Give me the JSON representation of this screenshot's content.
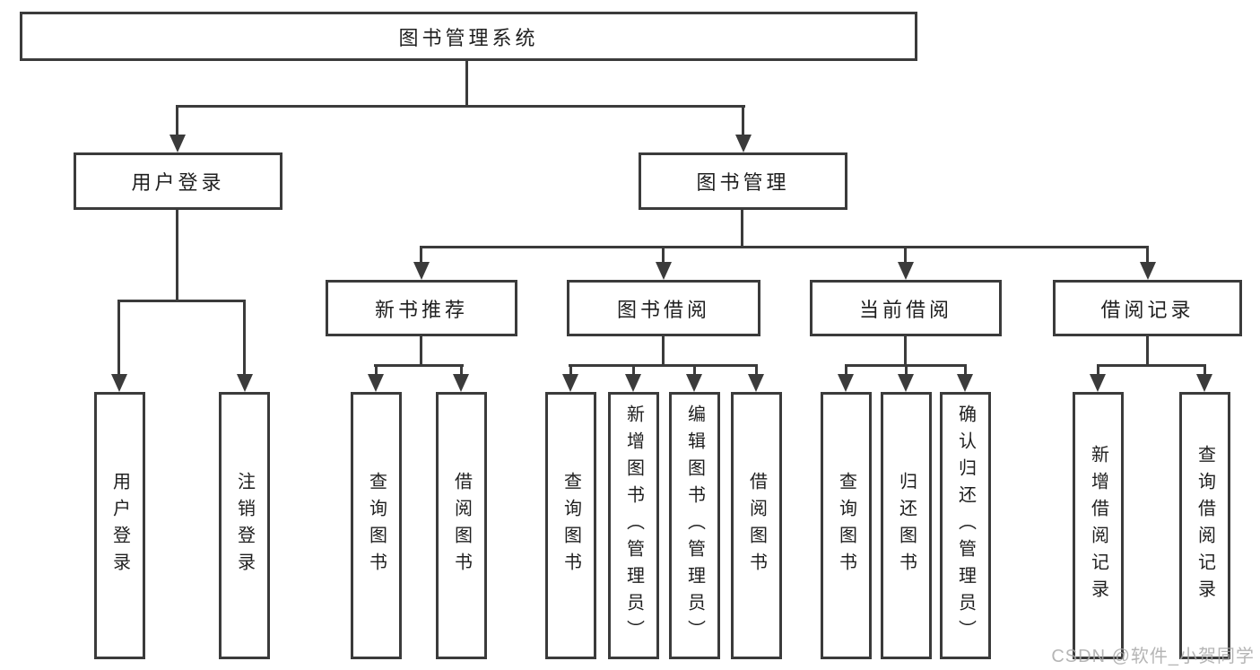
{
  "diagram": {
    "root": "图书管理系统",
    "level2": [
      "用户登录",
      "图书管理"
    ],
    "level3": [
      "新书推荐",
      "图书借阅",
      "当前借阅",
      "借阅记录"
    ],
    "leaves": {
      "user_login": [
        "用户登录",
        "注销登录"
      ],
      "new_book_recommend": [
        "查询图书",
        "借阅图书"
      ],
      "book_borrow": [
        "查询图书",
        "新增图书（管理员）",
        "编辑图书（管理员）",
        "借阅图书"
      ],
      "current_borrow": [
        "查询图书",
        "归还图书",
        "确认归还（管理员）"
      ],
      "borrow_record": [
        "新增借阅记录",
        "查询借阅记录"
      ]
    }
  },
  "watermark": "CSDN @软件_小贺同学",
  "colors": {
    "line": "#3b3b3b",
    "text": "#1f1f1f",
    "watermark": "#a9a9a9",
    "background": "#ffffff"
  }
}
